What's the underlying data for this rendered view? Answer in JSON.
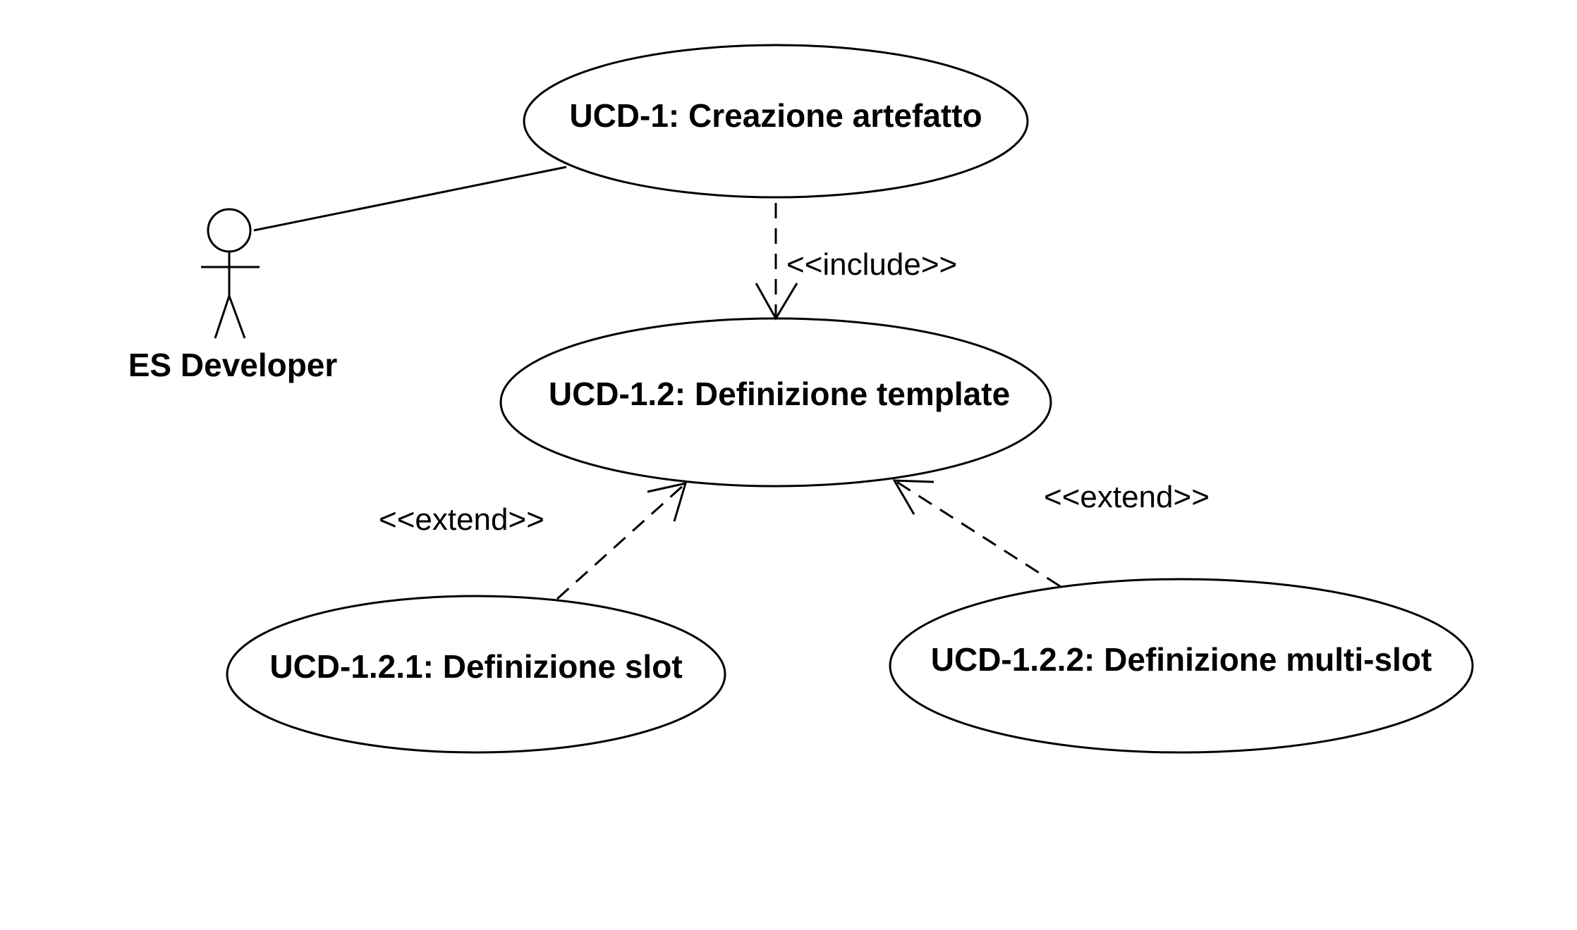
{
  "actor": {
    "name": "ES Developer"
  },
  "use_cases": [
    {
      "id": "uc1",
      "label": "UCD-1: Creazione artefatto"
    },
    {
      "id": "uc12",
      "label": "UCD-1.2: Definizione template"
    },
    {
      "id": "uc121",
      "label": "UCD-1.2.1: Definizione slot"
    },
    {
      "id": "uc122",
      "label": "UCD-1.2.2: Definizione multi-slot"
    }
  ],
  "relationships": [
    {
      "type": "association",
      "from": "actor",
      "to": "uc1"
    },
    {
      "type": "include",
      "label": "<<include>>",
      "from": "uc1",
      "to": "uc12"
    },
    {
      "type": "extend",
      "label": "<<extend>>",
      "from": "uc121",
      "to": "uc12"
    },
    {
      "type": "extend",
      "label": "<<extend>>",
      "from": "uc122",
      "to": "uc12"
    }
  ]
}
